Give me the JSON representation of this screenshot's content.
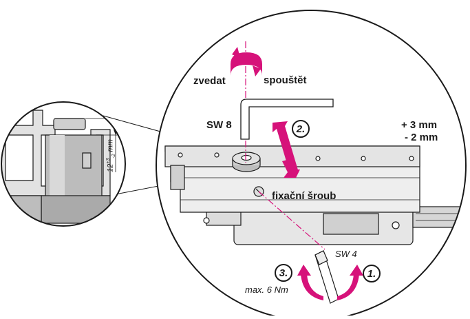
{
  "labels": {
    "raise": "zvedat",
    "lower": "spouštět",
    "wrench_8": "SW 8",
    "wrench_4": "SW 4",
    "fix_screw": "fixační šroub",
    "plus": "+ 3 mm",
    "minus": "- 2 mm",
    "torque": "max. 6 Nm",
    "dim_base": "12",
    "dim_sup": "+3",
    "dim_sub": "-2",
    "dim_unit": "mm"
  },
  "steps": {
    "one": "1.",
    "two": "2.",
    "three": "3."
  },
  "colors": {
    "accent": "#d6127a",
    "line": "#1a1a1a",
    "metal": "#e9e9e9",
    "metal_dark": "#bdbdbd"
  },
  "icons": {
    "rotate": "rotate-arrows-icon",
    "updown": "up-down-arrow-icon",
    "curved": "curved-arrow-icon"
  }
}
